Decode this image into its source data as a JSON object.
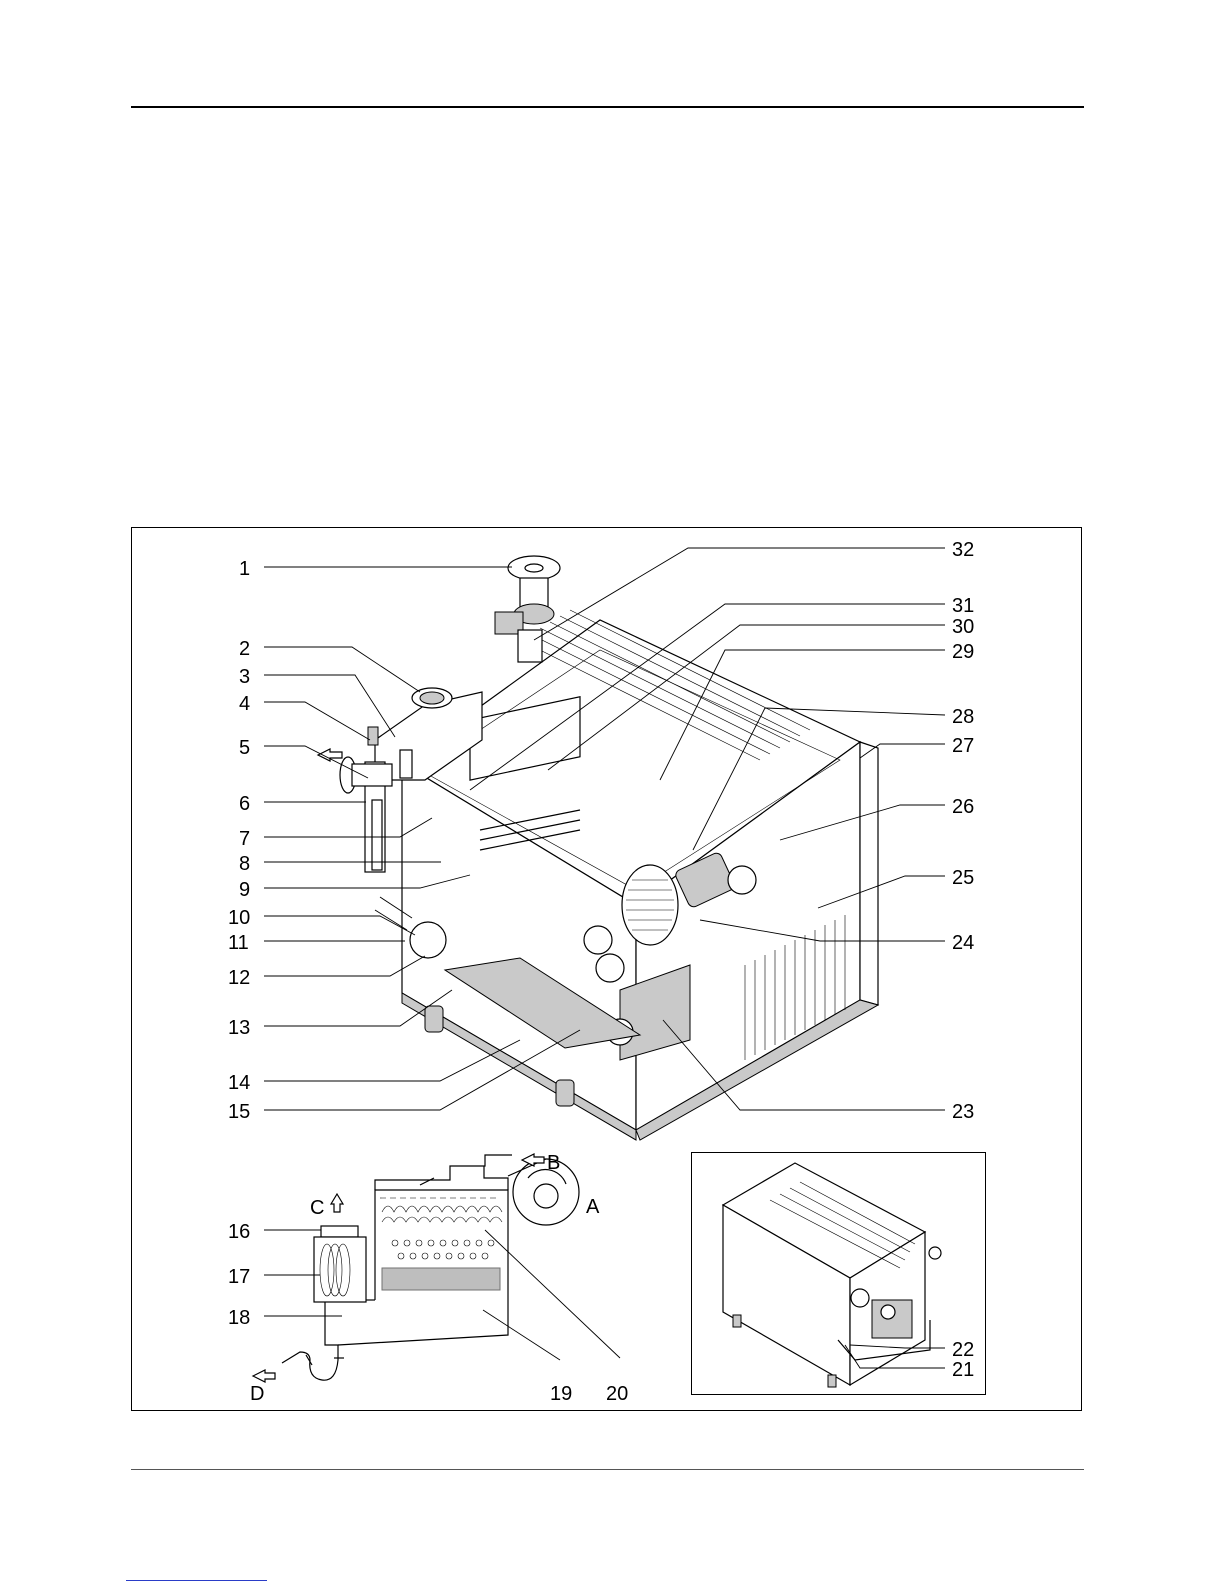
{
  "figure": {
    "callouts": [
      "1",
      "2",
      "3",
      "4",
      "5",
      "6",
      "7",
      "8",
      "9",
      "10",
      "11",
      "12",
      "13",
      "14",
      "15",
      "16",
      "17",
      "18",
      "19",
      "20",
      "21",
      "22",
      "23",
      "24",
      "25",
      "26",
      "27",
      "28",
      "29",
      "30",
      "31",
      "32"
    ],
    "flow_letters": [
      "A",
      "B",
      "C",
      "D"
    ]
  },
  "icons": {
    "arrow_out": "arrow-left-icon",
    "arrow_up": "arrow-up-icon"
  }
}
